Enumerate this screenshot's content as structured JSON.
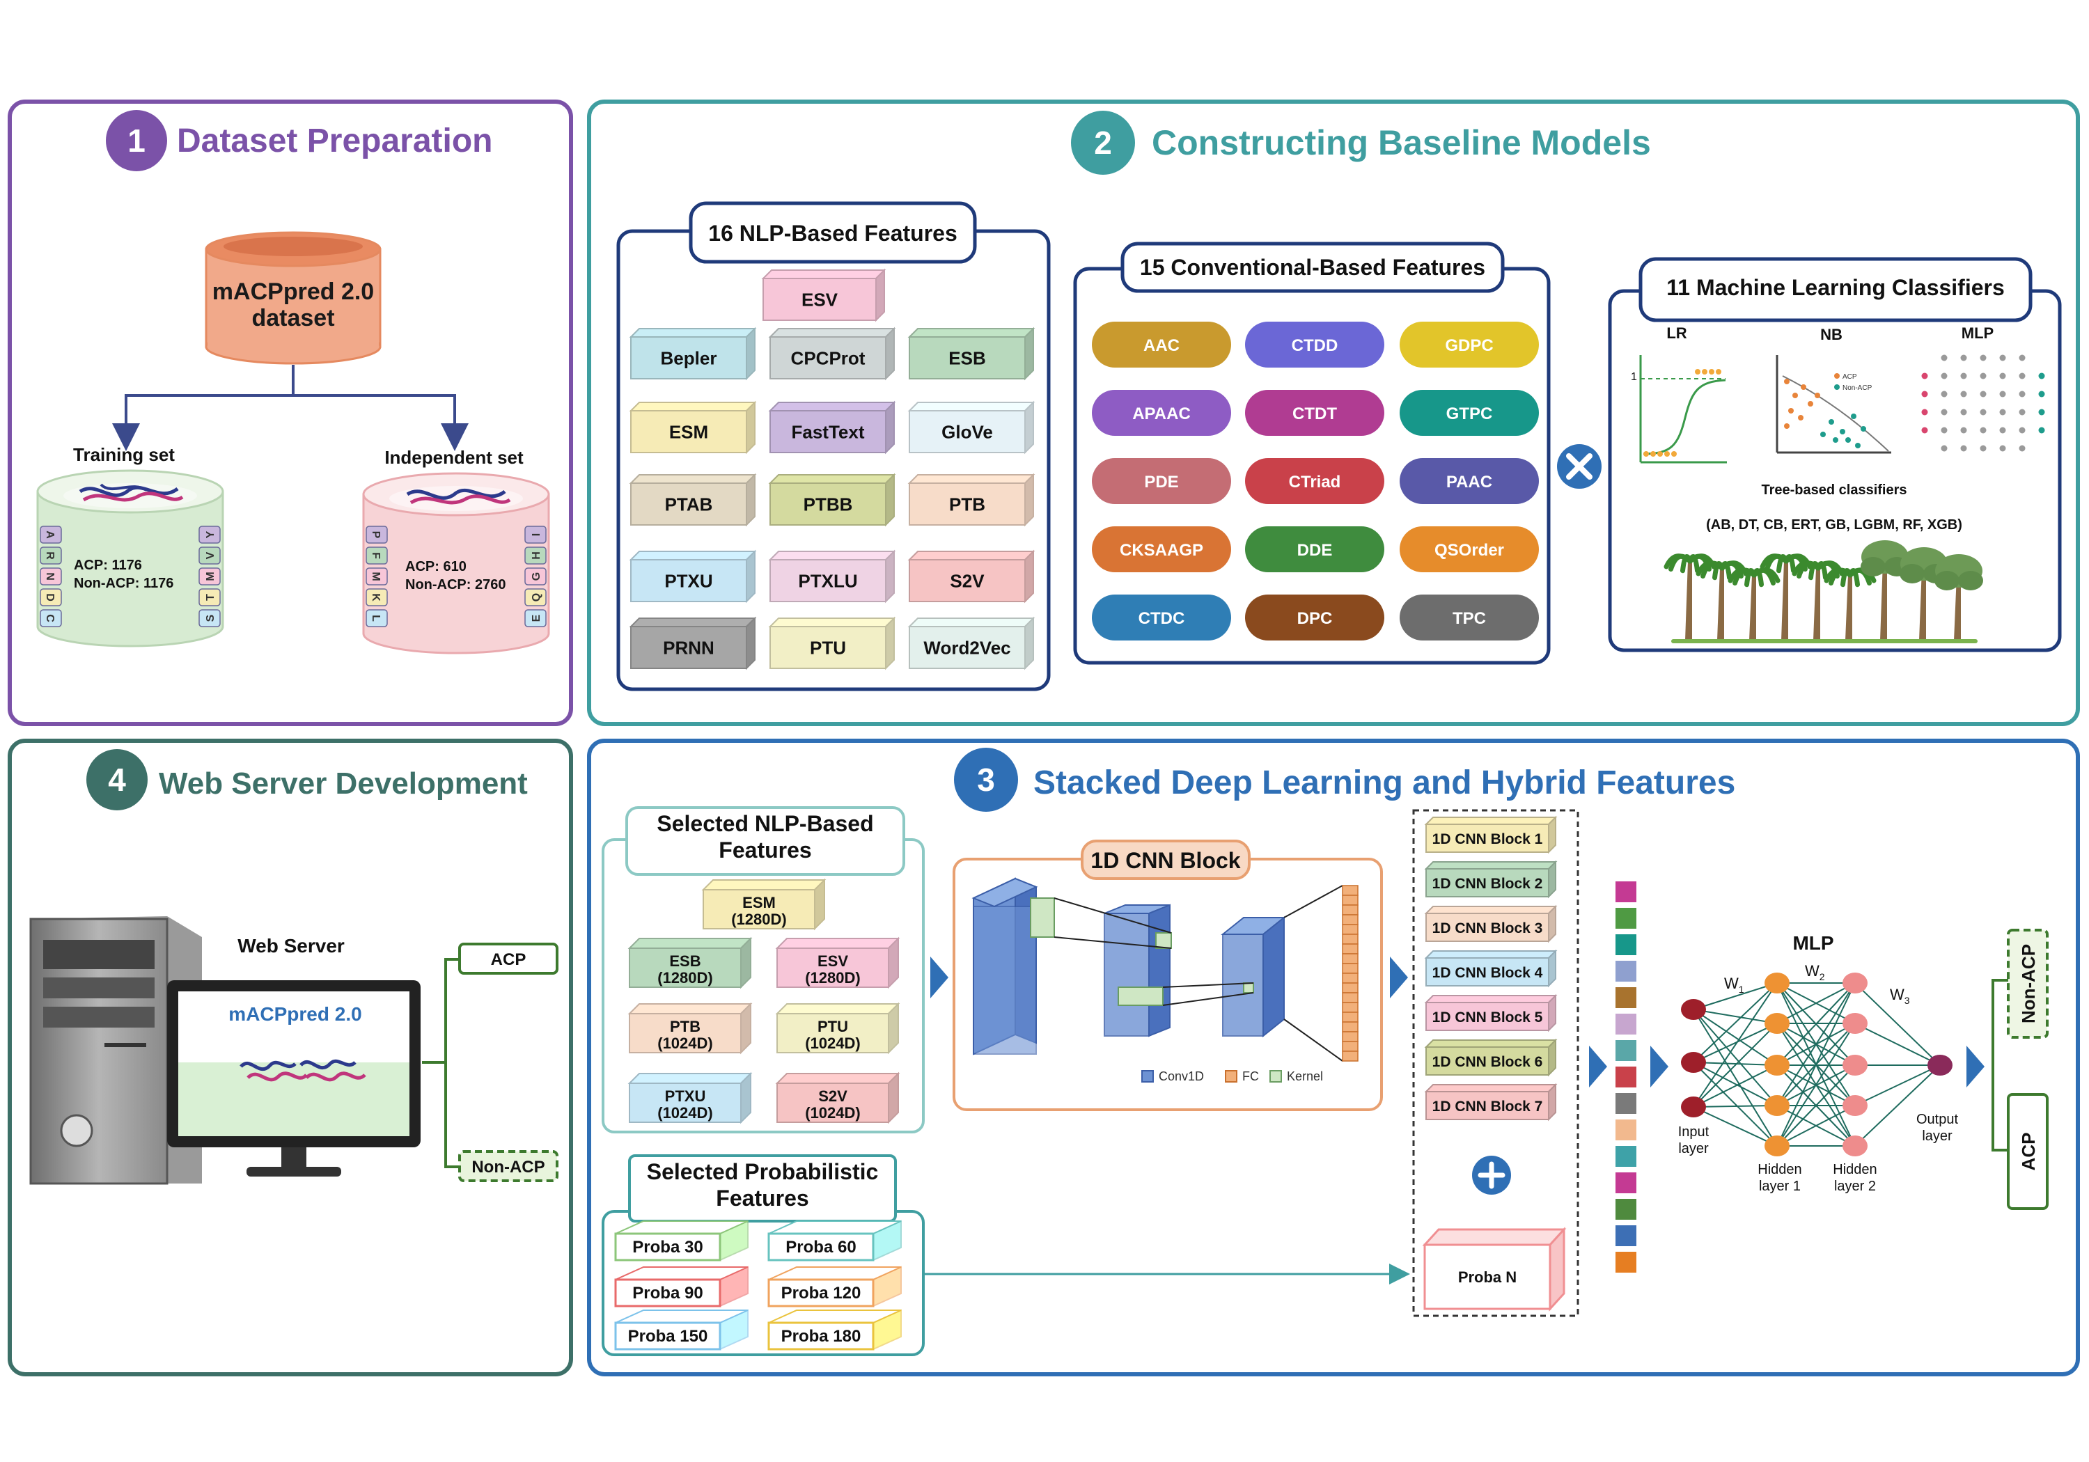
{
  "panels": {
    "p1": {
      "number": "1",
      "title": "Dataset Preparation",
      "color": "#7b52a8"
    },
    "p2": {
      "number": "2",
      "title": "Constructing Baseline Models",
      "color": "#3f9ea0"
    },
    "p3": {
      "number": "3",
      "title": "Stacked Deep Learning and Hybrid Features",
      "color": "#2f6fb5"
    },
    "p4": {
      "number": "4",
      "title": "Web Server Development",
      "color": "#3d7068"
    }
  },
  "dataset": {
    "name_line1": "mACPpred 2.0",
    "name_line2": "dataset",
    "training": {
      "label": "Training set",
      "acp": "ACP: 1176",
      "nonacp": "Non-ACP: 1176",
      "left_letters": [
        "A",
        "R",
        "N",
        "D",
        "C"
      ],
      "right_letters": [
        "Y",
        "V",
        "M",
        "T",
        "S"
      ]
    },
    "independent": {
      "label": "Independent set",
      "acp": "ACP: 610",
      "nonacp": "Non-ACP: 2760",
      "left_letters": [
        "P",
        "F",
        "M",
        "K",
        "L"
      ],
      "right_letters": [
        "I",
        "H",
        "G",
        "Q",
        "E"
      ]
    }
  },
  "nlp_features": {
    "title": "16 NLP-Based Features",
    "items": [
      {
        "label": "ESV",
        "color": "#f7c6d8"
      },
      {
        "label": "Bepler",
        "color": "#bfe3ea"
      },
      {
        "label": "CPCProt",
        "color": "#cfd6d6"
      },
      {
        "label": "ESB",
        "color": "#b8d9bd"
      },
      {
        "label": "ESM",
        "color": "#f6ebb6"
      },
      {
        "label": "FastText",
        "color": "#c9b7dd"
      },
      {
        "label": "GloVe",
        "color": "#e6f2f7"
      },
      {
        "label": "PTAB",
        "color": "#e3d9c4"
      },
      {
        "label": "PTBB",
        "color": "#d4da9f"
      },
      {
        "label": "PTB",
        "color": "#f7dcc9"
      },
      {
        "label": "PTXU",
        "color": "#c7e6f5"
      },
      {
        "label": "PTXLU",
        "color": "#efd3e4"
      },
      {
        "label": "S2V",
        "color": "#f6c4c4"
      },
      {
        "label": "PRNN",
        "color": "#a6a6a6"
      },
      {
        "label": "PTU",
        "color": "#f2efc6"
      },
      {
        "label": "Word2Vec",
        "color": "#e3f0ec"
      }
    ]
  },
  "conv_features": {
    "title": "15 Conventional-Based Features",
    "items": [
      {
        "label": "AAC",
        "color": "#c99a2e"
      },
      {
        "label": "CTDD",
        "color": "#6b67d6"
      },
      {
        "label": "GDPC",
        "color": "#e2c52a"
      },
      {
        "label": "APAAC",
        "color": "#8e5cc4"
      },
      {
        "label": "CTDT",
        "color": "#b03c92"
      },
      {
        "label": "GTPC",
        "color": "#17978a"
      },
      {
        "label": "PDE",
        "color": "#c46d74"
      },
      {
        "label": "CTriad",
        "color": "#c9414a"
      },
      {
        "label": "PAAC",
        "color": "#5959a8"
      },
      {
        "label": "CKSAAGP",
        "color": "#d97434"
      },
      {
        "label": "DDE",
        "color": "#3f8c3e"
      },
      {
        "label": "QSOrder",
        "color": "#e68c2b"
      },
      {
        "label": "CTDC",
        "color": "#2f7eb5"
      },
      {
        "label": "DPC",
        "color": "#8a4a1e"
      },
      {
        "label": "TPC",
        "color": "#6d6d6d"
      }
    ]
  },
  "ml": {
    "title": "11 Machine Learning Classifiers",
    "lr": "LR",
    "nb": "NB",
    "mlp": "MLP",
    "lr_tick": "1",
    "nb_legend_acp": "ACP",
    "nb_legend_nonacp": "Non-ACP",
    "tree_title": "Tree-based classifiers",
    "tree_list": "(AB, DT, CB, ERT, GB, LGBM, RF, XGB)"
  },
  "selected_nlp": {
    "title_line1": "Selected NLP-Based",
    "title_line2": "Features",
    "items": [
      {
        "name": "ESM",
        "dim": "(1280D)",
        "color": "#f6ebb6"
      },
      {
        "name": "ESB",
        "dim": "(1280D)",
        "color": "#b8d9bd"
      },
      {
        "name": "ESV",
        "dim": "(1280D)",
        "color": "#f7c6d8"
      },
      {
        "name": "PTB",
        "dim": "(1024D)",
        "color": "#f7dcc9"
      },
      {
        "name": "PTU",
        "dim": "(1024D)",
        "color": "#f2efc6"
      },
      {
        "name": "PTXU",
        "dim": "(1024D)",
        "color": "#c7e6f5"
      },
      {
        "name": "S2V",
        "dim": "(1024D)",
        "color": "#f6c4c4"
      }
    ]
  },
  "selected_proba": {
    "title_line1": "Selected Probabilistic",
    "title_line2": "Features",
    "items": [
      {
        "label": "Proba 30",
        "color": "#8cc67a"
      },
      {
        "label": "Proba 60",
        "color": "#67c3bf"
      },
      {
        "label": "Proba 90",
        "color": "#e86a6a"
      },
      {
        "label": "Proba 120",
        "color": "#f0a35e"
      },
      {
        "label": "Proba 150",
        "color": "#7cc2ea"
      },
      {
        "label": "Proba 180",
        "color": "#eac33d"
      }
    ]
  },
  "cnn": {
    "title": "1D CNN Block",
    "legend": [
      "Conv1D",
      "FC",
      "Kernel"
    ],
    "blocks": [
      {
        "label": "1D CNN Block 1",
        "color": "#f6ebb6"
      },
      {
        "label": "1D CNN Block 2",
        "color": "#b8d9bd"
      },
      {
        "label": "1D CNN Block 3",
        "color": "#f7dcc9"
      },
      {
        "label": "1D CNN Block 4",
        "color": "#c7e6f5"
      },
      {
        "label": "1D CNN Block 5",
        "color": "#f7c6d8"
      },
      {
        "label": "1D CNN Block 6",
        "color": "#d4da9f"
      },
      {
        "label": "1D CNN Block 7",
        "color": "#f6c4c4"
      }
    ],
    "proba_n": "Proba N"
  },
  "feature_vector_colors": [
    "#c43a93",
    "#4f9a43",
    "#17978a",
    "#8fa0cf",
    "#a8732e",
    "#c7a6cf",
    "#5aa7a8",
    "#c9414a",
    "#7a7a7a",
    "#f2b98e",
    "#3ea2a8",
    "#c43a93",
    "#4f8a3e",
    "#3d6fb5",
    "#e67e22"
  ],
  "mlp": {
    "title": "MLP",
    "w1": "W",
    "w1_sub": "1",
    "w2": "W",
    "w2_sub": "2",
    "w3": "W",
    "w3_sub": "3",
    "input_label_1": "Input",
    "input_label_2": "layer",
    "hidden1_label_1": "Hidden",
    "hidden1_label_2": "layer 1",
    "hidden2_label_1": "Hidden",
    "hidden2_label_2": "layer 2",
    "output_label_1": "Output",
    "output_label_2": "layer",
    "out_nonacp": "Non-ACP",
    "out_acp": "ACP"
  },
  "webserver": {
    "label": "Web Server",
    "screen_title": "mACPpred 2.0",
    "acp": "ACP",
    "nonacp": "Non-ACP"
  }
}
